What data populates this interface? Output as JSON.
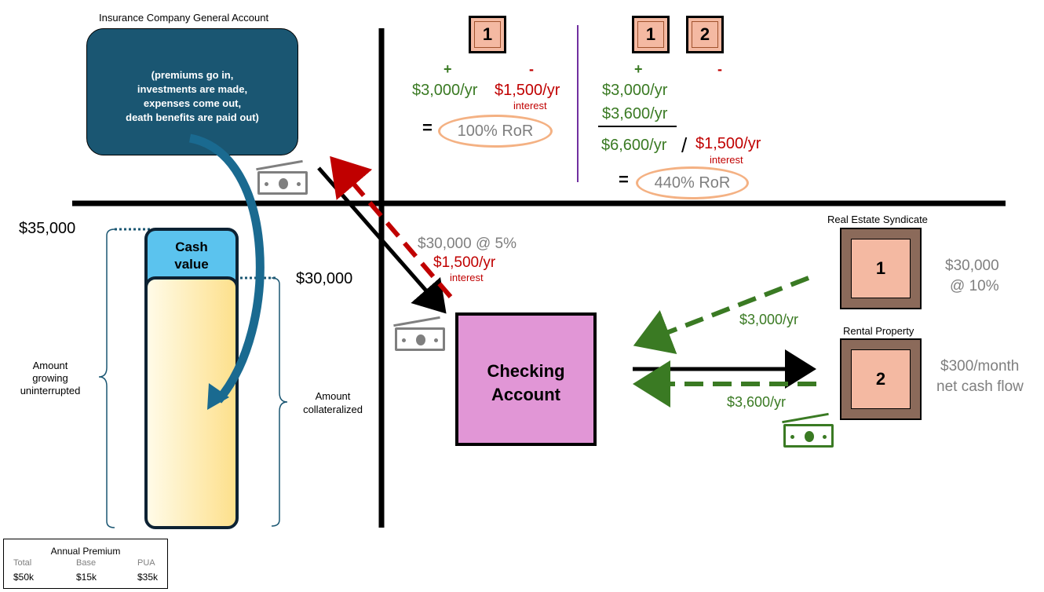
{
  "general_account": {
    "title": "Insurance Company General Account",
    "line1": "(premiums go in,",
    "line2": "investments are made,",
    "line3": "expenses come out,",
    "line4": "death benefits are paid out)"
  },
  "policy": {
    "total_value": "$35,000",
    "collateral_value": "$30,000",
    "cash_value_line1": "Cash",
    "cash_value_line2": "value",
    "growing_line1": "Amount",
    "growing_line2": "growing",
    "growing_line3": "uninterrupted",
    "collateral_line1": "Amount",
    "collateral_line2": "collateralized"
  },
  "loan": {
    "amount": "$30,000 @ 5%",
    "interest_amount": "$1,500/yr",
    "interest_label": "interest"
  },
  "checking": {
    "line1": "Checking",
    "line2": "Account"
  },
  "calc_one": {
    "box": "1",
    "plus": "+",
    "minus": "-",
    "income": "$3,000/yr",
    "cost": "$1,500/yr",
    "cost_label": "interest",
    "equals": "=",
    "ror": "100% RoR"
  },
  "calc_two": {
    "box1": "1",
    "box2": "2",
    "plus": "+",
    "minus": "-",
    "income1": "$3,000/yr",
    "income2": "$3,600/yr",
    "total": "$6,600/yr",
    "divider": "/",
    "cost": "$1,500/yr",
    "cost_label": "interest",
    "equals": "=",
    "ror": "440% RoR"
  },
  "syndicate": {
    "title": "Real Estate Syndicate",
    "number": "1",
    "amount": "$30,000",
    "rate": "@ 10%",
    "return": "$3,000/yr"
  },
  "rental": {
    "title": "Rental Property",
    "number": "2",
    "cashflow_line1": "$300/month",
    "cashflow_line2": "net cash flow",
    "return": "$3,600/yr"
  },
  "premium_table": {
    "title": "Annual Premium",
    "headers": [
      "Total",
      "Base",
      "PUA"
    ],
    "values": [
      "$50k",
      "$15k",
      "$35k"
    ]
  },
  "colors": {
    "general_account_fill": "#1a5672",
    "cash_value_fill": "#5bc3ee",
    "checking_fill": "#e196d6",
    "income_green": "#3a7a23",
    "interest_red": "#c00000",
    "ror_oval": "#f4b183"
  }
}
